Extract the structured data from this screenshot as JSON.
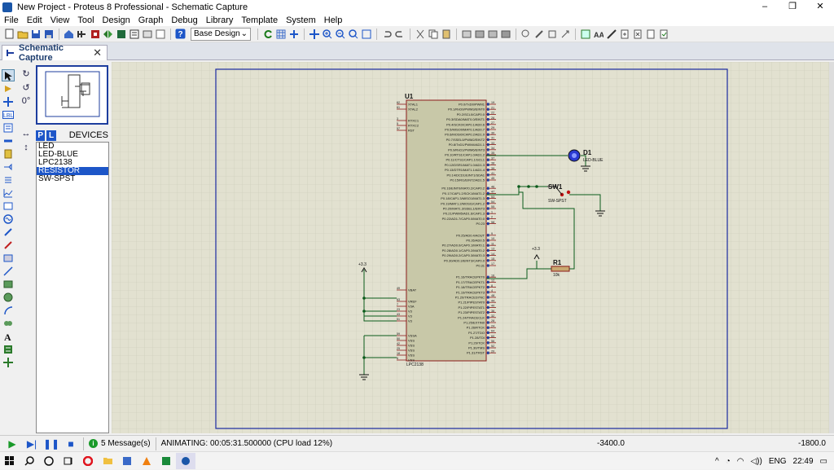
{
  "window": {
    "title": "New Project - Proteus 8 Professional - Schematic Capture",
    "controls": [
      "–",
      "❐",
      "✕"
    ]
  },
  "menu": [
    "File",
    "Edit",
    "View",
    "Tool",
    "Design",
    "Graph",
    "Debug",
    "Library",
    "Template",
    "System",
    "Help"
  ],
  "toolbar": {
    "design_select": "Base Design"
  },
  "tab": {
    "label": "Schematic Capture",
    "close": "✕"
  },
  "rotation": {
    "angle": "0°"
  },
  "device_panel": {
    "p_btn": "P",
    "l_btn": "L",
    "header": "DEVICES",
    "items": [
      "LED",
      "LED-BLUE",
      "LPC2138",
      "RESISTOR",
      "SW-SPST"
    ],
    "selected": "RESISTOR"
  },
  "schematic": {
    "u1_ref": "U1",
    "u1_part": "LPC2138",
    "u1_left_pins": [
      {
        "num": "62",
        "name": "XTAL1"
      },
      {
        "num": "61",
        "name": "XTAL2"
      },
      {
        "num": "3",
        "name": "RTXC1"
      },
      {
        "num": "5",
        "name": "RTXC2"
      },
      {
        "num": "57",
        "name": "RST"
      },
      {
        "num": "49",
        "name": "VBAT"
      },
      {
        "num": "63",
        "name": "VREF"
      },
      {
        "num": "7",
        "name": "V3A"
      },
      {
        "num": "23",
        "name": "V3"
      },
      {
        "num": "43",
        "name": "V3"
      },
      {
        "num": "51",
        "name": "V3"
      },
      {
        "num": "59",
        "name": "VSSA"
      },
      {
        "num": "50",
        "name": "VSS"
      },
      {
        "num": "42",
        "name": "VSS"
      },
      {
        "num": "25",
        "name": "VSS"
      },
      {
        "num": "18",
        "name": "VSS"
      },
      {
        "num": "6",
        "name": "VSS"
      }
    ],
    "u1_right_pins": [
      {
        "num": "19",
        "name": "P0.0/TxD0/PWM1"
      },
      {
        "num": "21",
        "name": "P0.1/RxD0/PWM3/EINT0"
      },
      {
        "num": "22",
        "name": "P0.2/SCL0/CAP0.0"
      },
      {
        "num": "26",
        "name": "P0.3/SDA0/MAT0.0/EINT1"
      },
      {
        "num": "27",
        "name": "P0.4/SCK0/CAP0.1/AD0.6"
      },
      {
        "num": "29",
        "name": "P0.5/MISO0/MAT0.1/AD0.7"
      },
      {
        "num": "30",
        "name": "P0.6/MOSI0/CAP0.2/AD1.0"
      },
      {
        "num": "31",
        "name": "P0.7/SSEL0/PWM2/EINT2"
      },
      {
        "num": "33",
        "name": "P0.8/TxD1/PWM4/AD1.1"
      },
      {
        "num": "34",
        "name": "P0.9/RxD1/PWM6/EINT3"
      },
      {
        "num": "35",
        "name": "P0.10/RTS1/CAP1.0/AD1.2"
      },
      {
        "num": "37",
        "name": "P0.11/CTS1/CAP1.1/SCL1"
      },
      {
        "num": "38",
        "name": "P0.12/DSR1/MAT1.0/AD1.3"
      },
      {
        "num": "39",
        "name": "P0.13/DTR1/MAT1.1/AD1.4"
      },
      {
        "num": "41",
        "name": "P0.14/DCD1/EINT1/SDA1"
      },
      {
        "num": "45",
        "name": "P0.15/RI1/EINT2/AD1.5"
      },
      {
        "num": "46",
        "name": "P0.16/EINT0/MAT0.2/CAP0.2"
      },
      {
        "num": "47",
        "name": "P0.17/CAP1.2/SCK1/MAT1.2"
      },
      {
        "num": "53",
        "name": "P0.18/CAP1.3/MISO1/MAT1.3"
      },
      {
        "num": "54",
        "name": "P0.19/MAT1.2/MOSI1/CAP1.2"
      },
      {
        "num": "55",
        "name": "P0.20/MAT1.3/SSEL1/EINT3"
      },
      {
        "num": "1",
        "name": "P0.21/PWM5/AD1.6/CAP1.3"
      },
      {
        "num": "2",
        "name": "P0.22/AD1.7/CAP0.0/MAT0.0"
      },
      {
        "num": "58",
        "name": "P0.23"
      },
      {
        "num": "9",
        "name": "P0.25/AD0.4/AOUT"
      },
      {
        "num": "10",
        "name": "P0.26/AD0.5"
      },
      {
        "num": "11",
        "name": "P0.27/AD0.0/CAP0.1/MAT0.1"
      },
      {
        "num": "13",
        "name": "P0.28/AD0.1/CAP0.2/MAT0.2"
      },
      {
        "num": "14",
        "name": "P0.29/AD0.2/CAP0.3/MAT0.3"
      },
      {
        "num": "15",
        "name": "P0.30/AD0.3/EINT3/CAP0.0"
      },
      {
        "num": "17",
        "name": "P0.31"
      },
      {
        "num": "16",
        "name": "P1.16/TRACEPKT0"
      },
      {
        "num": "12",
        "name": "P1.17/TRACEPKT1"
      },
      {
        "num": "8",
        "name": "P1.18/TRACEPKT2"
      },
      {
        "num": "4",
        "name": "P1.19/TRACEPKT3"
      },
      {
        "num": "48",
        "name": "P1.20/TRACESYNC"
      },
      {
        "num": "44",
        "name": "P1.21/PIPESTAT0"
      },
      {
        "num": "40",
        "name": "P1.22/PIPESTAT1"
      },
      {
        "num": "36",
        "name": "P1.23/PIPESTAT2"
      },
      {
        "num": "32",
        "name": "P1.24/TRACECLK"
      },
      {
        "num": "28",
        "name": "P1.25/EXTIN0"
      },
      {
        "num": "24",
        "name": "P1.26/RTCK"
      },
      {
        "num": "64",
        "name": "P1.27/TDO"
      },
      {
        "num": "60",
        "name": "P1.28/TDI"
      },
      {
        "num": "56",
        "name": "P1.29/TCK"
      },
      {
        "num": "52",
        "name": "P1.30/TMS"
      },
      {
        "num": "20",
        "name": "P1.31/TRST"
      }
    ],
    "d1_ref": "D1",
    "d1_part": "LED-BLUE",
    "sw1_ref": "SW1",
    "sw1_part": "SW-SPST",
    "r1_ref": "R1",
    "r1_value": "10k",
    "power1_label": "+3.3",
    "power2_label": "+3.3"
  },
  "status": {
    "messages": "5 Message(s)",
    "animation": "ANIMATING: 00:05:31.500000 (CPU load 12%)",
    "x_coord": "-3400.0",
    "y_coord": "-1800.0"
  },
  "taskbar": {
    "lang": "ENG",
    "time": "22:49"
  }
}
